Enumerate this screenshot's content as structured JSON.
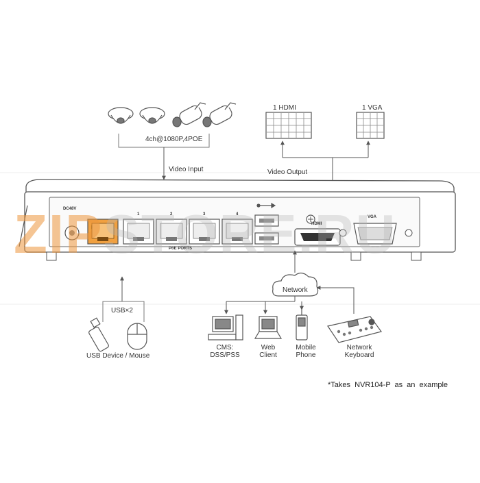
{
  "labels": {
    "cameras": "4ch@1080P,4POE",
    "video_input": "Video Input",
    "hdmi": "1 HDMI",
    "vga": "1 VGA",
    "video_output": "Video Output",
    "dc48v": "DC48V",
    "poe_ports": "PoE PORTS",
    "port1": "1",
    "port2": "2",
    "port3": "3",
    "port4": "4",
    "hdmi_port": "HDMI",
    "vga_port": "VGA",
    "usb_x2": "USB×2",
    "usb_device_mouse": "USB Device / Mouse",
    "network": "Network",
    "cms_line1": "CMS:",
    "cms_line2": "DSS/PSS",
    "web_line1": "Web",
    "web_line2": "Client",
    "mobile_line1": "Mobile",
    "mobile_line2": "Phone",
    "keyboard_line1": "Network",
    "keyboard_line2": "Keyboard"
  },
  "footnote": "*Takes NVR104-P as an example",
  "watermark": {
    "accent_text": "ZIP",
    "rest_text": "STORE.RU",
    "accent_color": "#ec963c"
  },
  "colors": {
    "line": "#555555",
    "port_orange": "#f0a040"
  }
}
